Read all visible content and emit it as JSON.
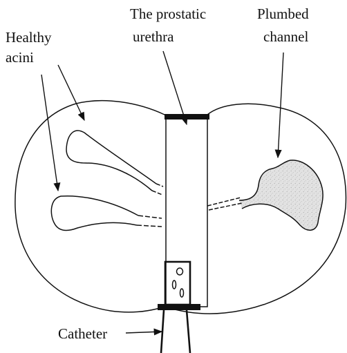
{
  "labels": {
    "healthy_line1": "Healthy",
    "healthy_line2": "acini",
    "urethra_line1": "The prostatic",
    "urethra_line2": "urethra",
    "plumbed_line1": "Plumbed",
    "plumbed_line2": "channel",
    "catheter": "Catheter"
  },
  "colors": {
    "ink": "#111111",
    "channel_fill": "#dcdcdc",
    "background": "#ffffff"
  }
}
